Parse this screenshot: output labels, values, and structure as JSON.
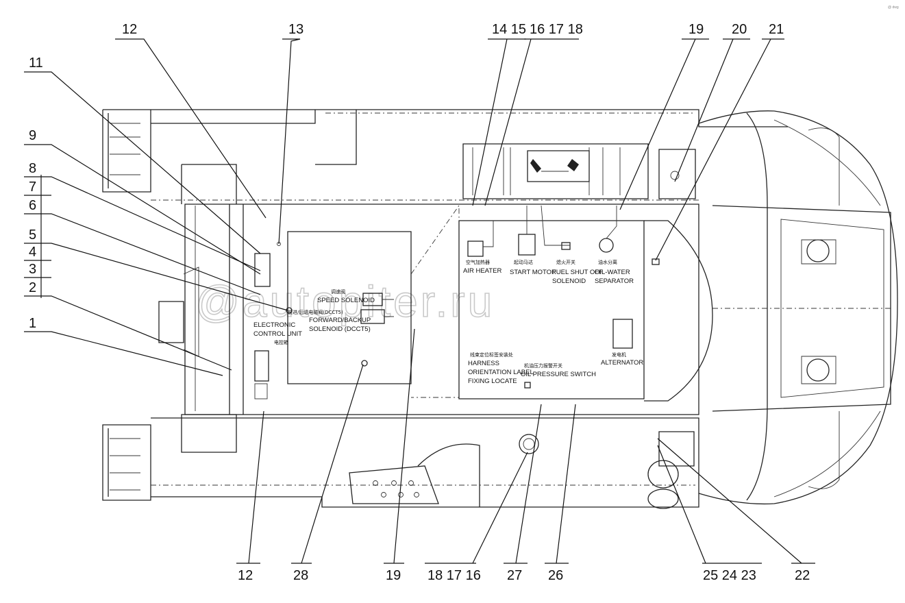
{
  "callouts_top": [
    "12",
    "13",
    "14 15",
    "16 17 18",
    "19",
    "20",
    "21"
  ],
  "callouts_left": [
    "11",
    "9",
    "8",
    "7",
    "6",
    "5",
    "4",
    "3",
    "2",
    "1"
  ],
  "callouts_bottom": [
    "12",
    "28",
    "19",
    "18 17 16",
    "27",
    "26",
    "25 24 23",
    "22"
  ],
  "components": {
    "air_heater_cn": "空气加热器",
    "air_heater": "AIR HEATER",
    "start_motor_cn": "起动马达",
    "start_motor": "START MOTOR",
    "fuel_shutoff_cn": "熄火开关",
    "fuel_shutoff_1": "FUEL SHUT OFF",
    "fuel_shutoff_2": "SOLENOID",
    "oil_water_cn": "油水分离",
    "oil_water_1": "OIL-WATER",
    "oil_water_2": "SEPARATOR",
    "speed_solenoid_cn": "调速阀",
    "speed_solenoid": "SPEED SOLENOID",
    "fwd_backup_cn": "前进/后退电磁阀(DCCT5)",
    "fwd_backup_1": "FORWARD/BACKUP",
    "fwd_backup_2": "SOLENOID (DCCT5)",
    "ecu_1": "ELECTRONIC",
    "ecu_2": "CONTROL UNIT",
    "ecu_cn": "电控箱",
    "harness_cn": "线束定位标签安装处",
    "harness_1": "HARNESS",
    "harness_2": "ORIENTATION LABEL",
    "harness_3": "FIXING LOCATE",
    "oil_pressure_cn": "机油压力报警开关",
    "oil_pressure": "OIL PRESSURE SWITCH",
    "alternator_cn": "发电机",
    "alternator": "ALTERNATOR"
  },
  "watermark": "@autopiter.ru",
  "corner_mark": "@ dwg"
}
